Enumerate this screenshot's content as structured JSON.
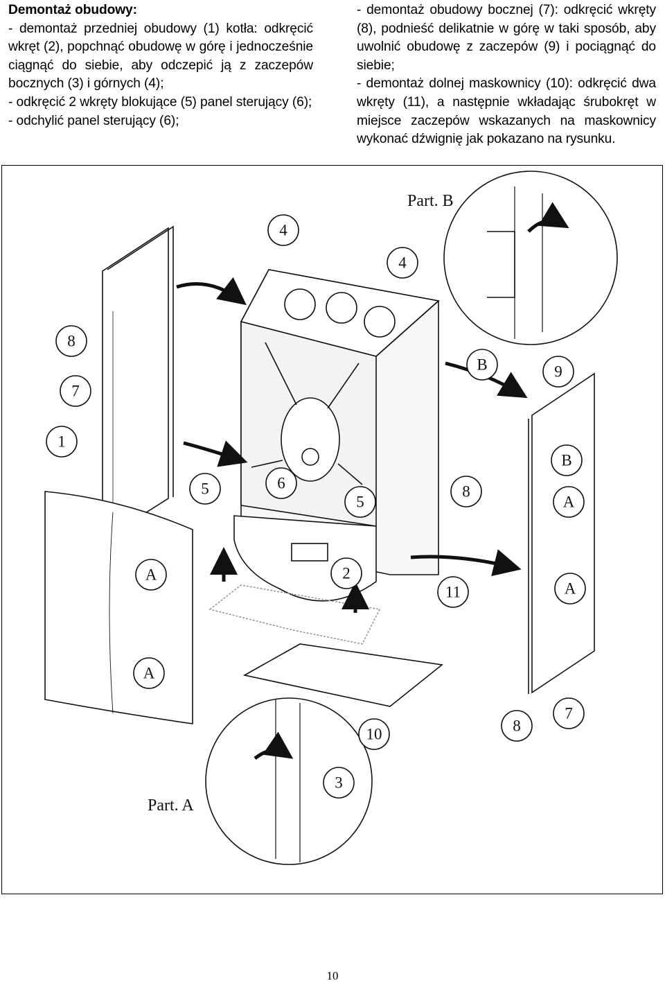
{
  "text": {
    "heading": "Demontaż obudowy:",
    "left_paragraphs": [
      "- demontaż przedniej obudowy (1) kotła: odkręcić wkręt (2), popchnąć obudowę w górę i jednocześnie ciągnąć do siebie, aby odczepić ją z zaczepów bocznych (3) i górnych (4);",
      "- odkręcić 2 wkręty blokujące (5) panel sterujący (6);",
      "- odchylić panel sterujący (6);"
    ],
    "right_paragraphs": [
      "- demontaż obudowy bocznej (7): odkręcić wkręty (8), podnieść delikatnie w górę w taki sposób, aby uwolnić obudowę z zaczepów (9) i pociągnąć do siebie;",
      "- demontaż dolnej maskownicy (10): odkręcić dwa wkręty (11), a następnie wkładając śrubokręt w miejsce zaczepów wskazanych na maskownicy wykonać dźwignię jak pokazano na rysunku."
    ]
  },
  "figure": {
    "part_b_label": "Part. B",
    "part_a_label": "Part. A",
    "callouts": {
      "c4a": "4",
      "c4b": "4",
      "c8a": "8",
      "c7a": "7",
      "c1": "1",
      "c5a": "5",
      "c6": "6",
      "c5b": "5",
      "cB1": "B",
      "c9": "9",
      "c8b": "8",
      "cB2": "B",
      "cA1": "A",
      "c2": "2",
      "cA2": "A",
      "c11": "11",
      "cA3": "A",
      "cA4": "A",
      "c10": "10",
      "c8c": "8",
      "c7b": "7",
      "c3": "3"
    }
  },
  "page_number": "10"
}
